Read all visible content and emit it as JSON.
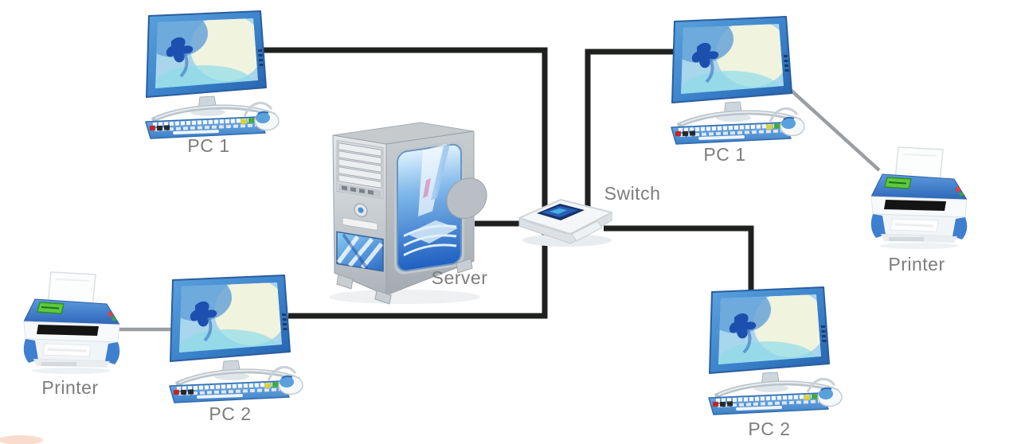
{
  "diagram_type": "network-topology",
  "labels": {
    "pc1_left": "PC 1",
    "pc2_left": "PC 2",
    "pc1_right": "PC 1",
    "pc2_right": "PC 2",
    "server": "Server",
    "switch": "Switch",
    "printer_left": "Printer",
    "printer_right": "Printer"
  },
  "devices": [
    {
      "id": "pc1_left",
      "type": "desktop-pc",
      "label": "PC 1",
      "position": "top-left"
    },
    {
      "id": "pc2_left",
      "type": "desktop-pc",
      "label": "PC 2",
      "position": "bottom-left"
    },
    {
      "id": "printer_left",
      "type": "printer",
      "label": "Printer",
      "position": "bottom-left-corner"
    },
    {
      "id": "server",
      "type": "server-tower",
      "label": "Server",
      "position": "center"
    },
    {
      "id": "switch",
      "type": "network-switch",
      "label": "Switch",
      "position": "center-right"
    },
    {
      "id": "pc1_right",
      "type": "desktop-pc",
      "label": "PC 1",
      "position": "top-right"
    },
    {
      "id": "pc2_right",
      "type": "desktop-pc",
      "label": "PC 2",
      "position": "bottom-right"
    },
    {
      "id": "printer_right",
      "type": "printer",
      "label": "Printer",
      "position": "right"
    }
  ],
  "connections": [
    {
      "from": "pc1_left",
      "to": "switch",
      "style": "thick-black"
    },
    {
      "from": "pc2_left",
      "to": "switch",
      "style": "thick-black"
    },
    {
      "from": "server",
      "to": "switch",
      "style": "thick-black"
    },
    {
      "from": "pc1_right",
      "to": "switch",
      "style": "thick-black"
    },
    {
      "from": "pc2_right",
      "to": "switch",
      "style": "thick-black"
    },
    {
      "from": "pc1_right",
      "to": "printer_right",
      "style": "thin-gray"
    },
    {
      "from": "pc2_left",
      "to": "printer_left",
      "style": "thin-gray"
    }
  ],
  "colors": {
    "background": "#ffffff",
    "cable_black": "#1f211f",
    "cable_gray": "#9b9ea1",
    "label_text": "#7d7d7d",
    "device_blue": "#3c82cc",
    "screen_light_blue": "#a9d6ec"
  }
}
